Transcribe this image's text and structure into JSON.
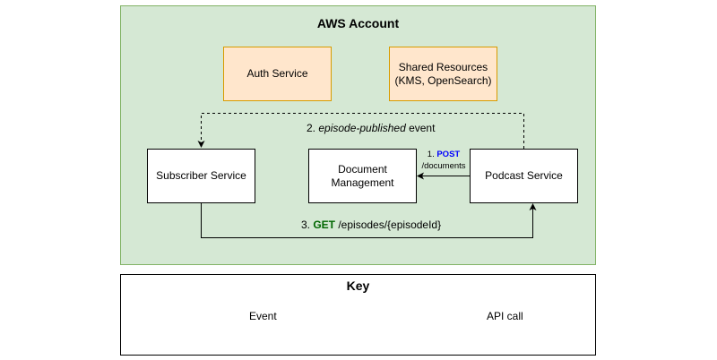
{
  "container": {
    "title": "AWS Account"
  },
  "nodes": {
    "auth": "Auth Service",
    "shared_line1": "Shared Resources",
    "shared_line2": "(KMS, OpenSearch)",
    "subscriber": "Subscriber Service",
    "docmgmt_line1": "Document",
    "docmgmt_line2": "Management",
    "podcast": "Podcast Service"
  },
  "edges": {
    "event": {
      "prefix": "2. ",
      "italic": "episode-published",
      "suffix": " event"
    },
    "post": {
      "prefix": "1. ",
      "method": "POST",
      "path": "/documents"
    },
    "get": {
      "prefix": "3. ",
      "method": "GET",
      "path": " /episodes/{episodeId}"
    }
  },
  "key": {
    "title": "Key",
    "event_label": "Event",
    "api_label": "API call"
  },
  "colors": {
    "container_fill": "#d5e8d4",
    "container_stroke": "#82b366",
    "resource_fill": "#ffe6cc",
    "resource_stroke": "#d79b00",
    "post_method": "#0000ff",
    "get_method": "#006600"
  }
}
